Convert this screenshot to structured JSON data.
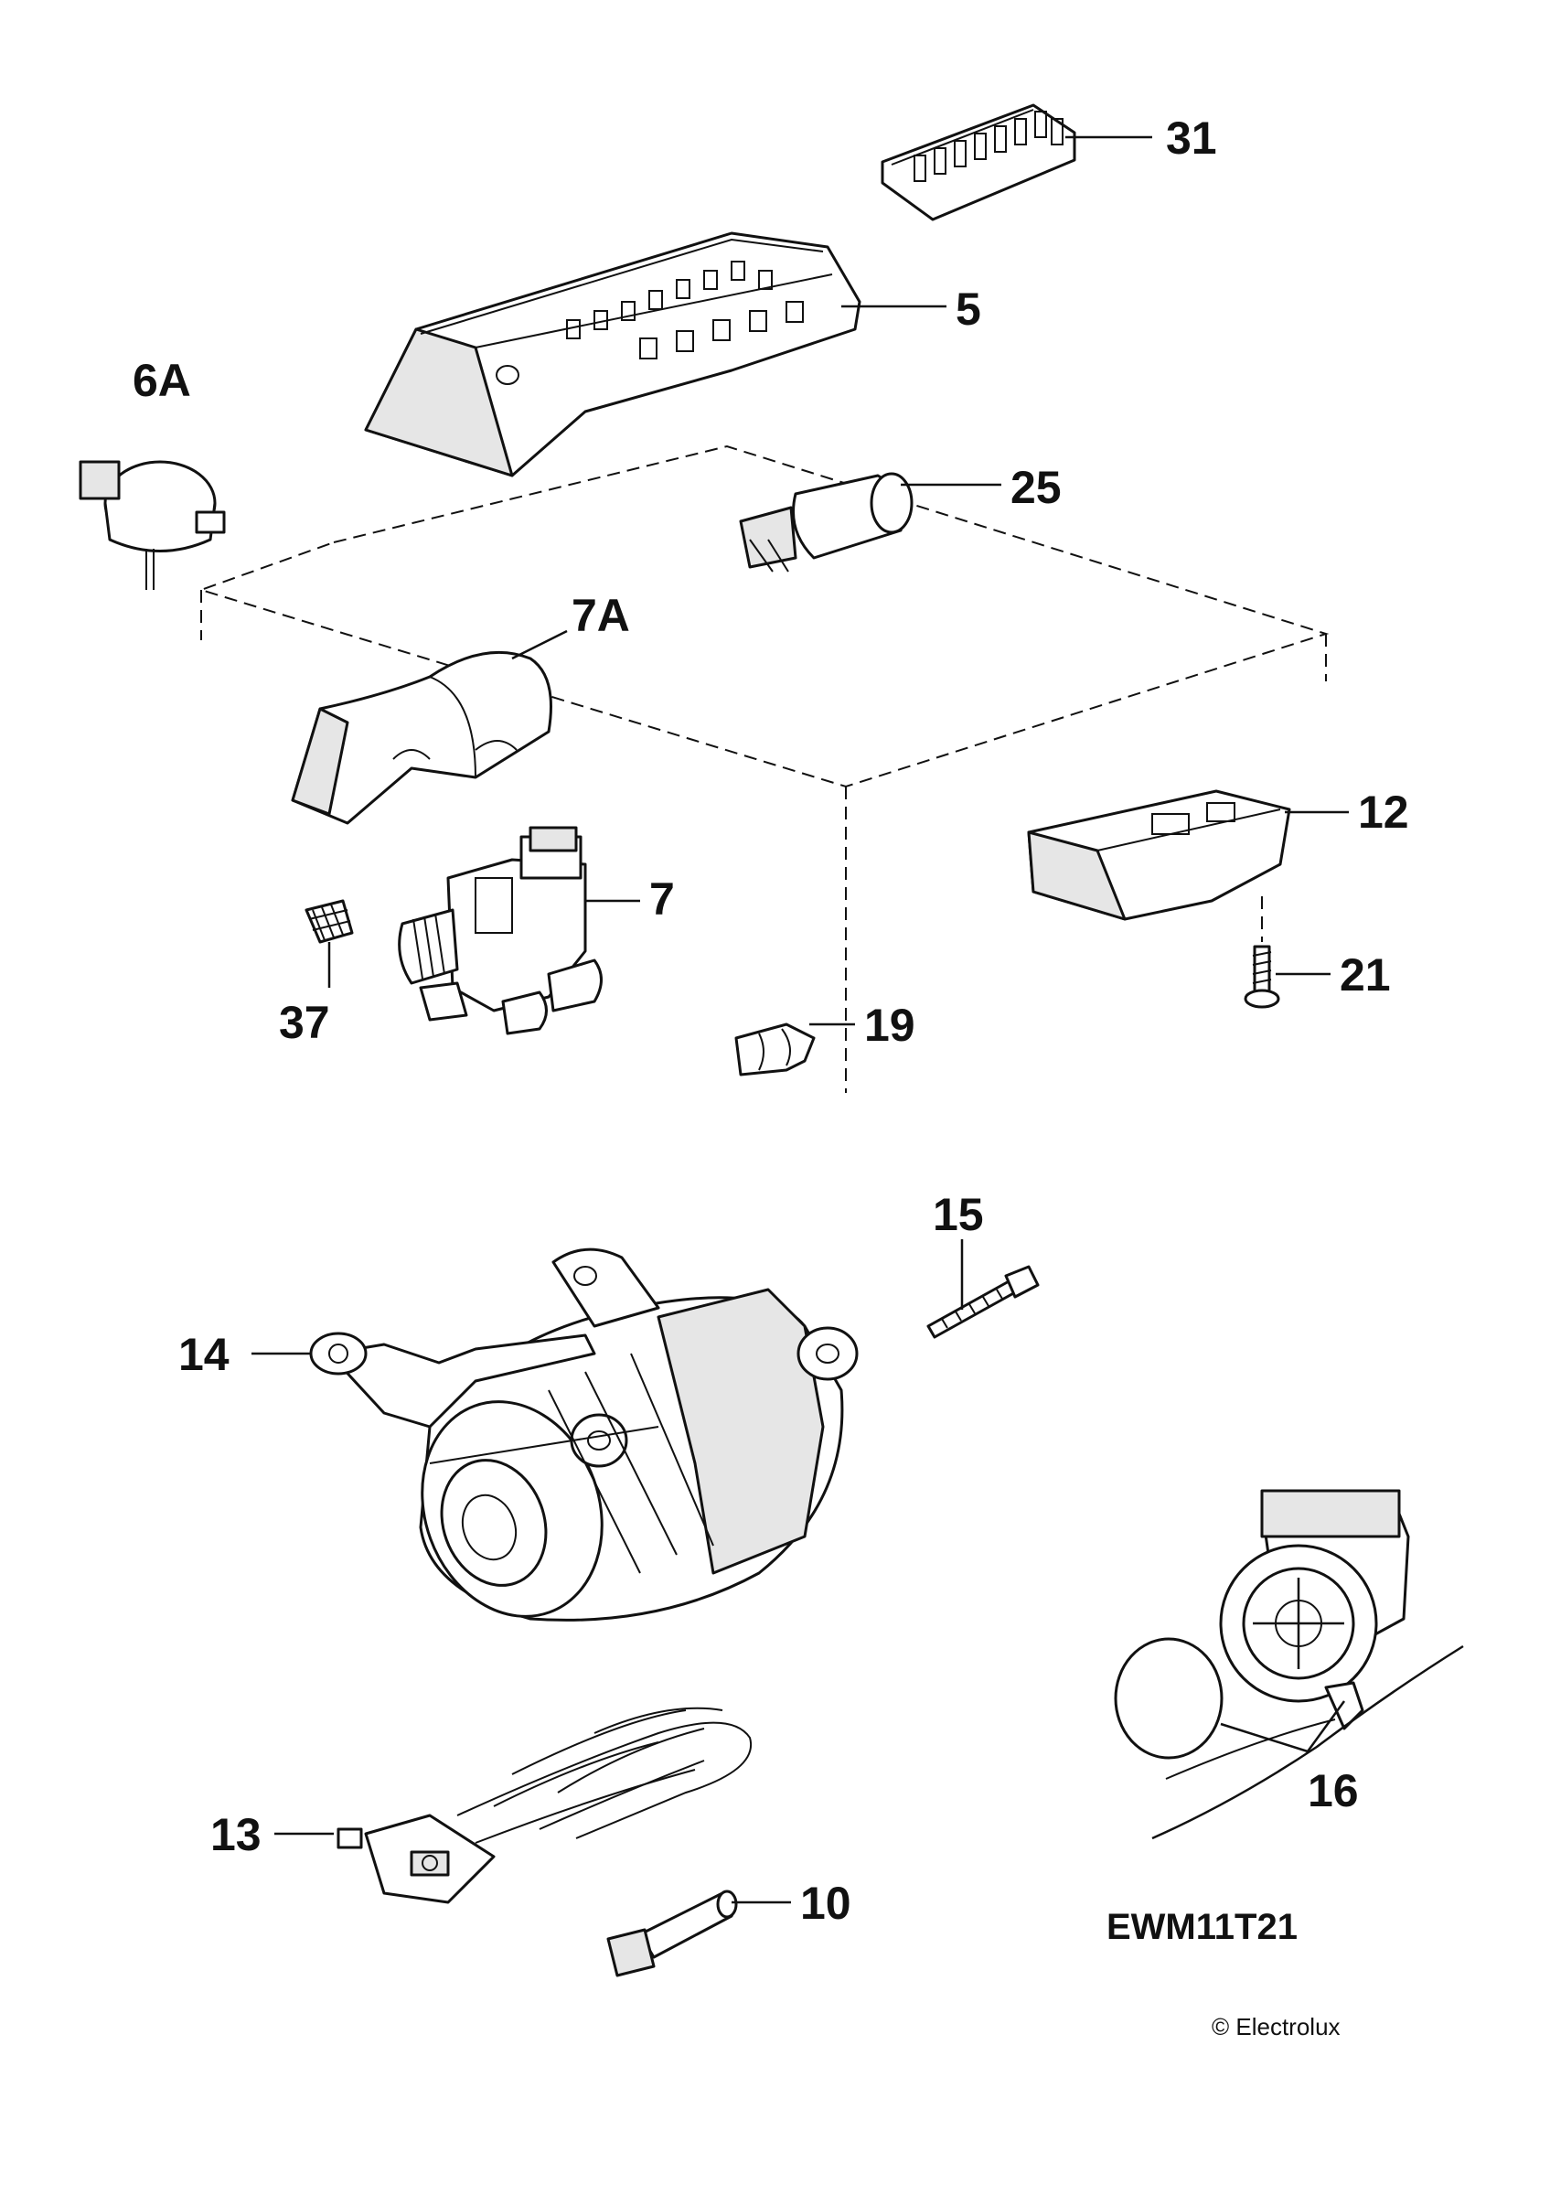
{
  "labels": {
    "p31": "31",
    "p5": "5",
    "p6a": "6A",
    "p25": "25",
    "p7a": "7A",
    "p12": "12",
    "p7": "7",
    "p21": "21",
    "p37": "37",
    "p19": "19",
    "p15": "15",
    "p14": "14",
    "p16": "16",
    "p13": "13",
    "p10": "10"
  },
  "model": "EWM11T21",
  "copyright": "© Electrolux"
}
